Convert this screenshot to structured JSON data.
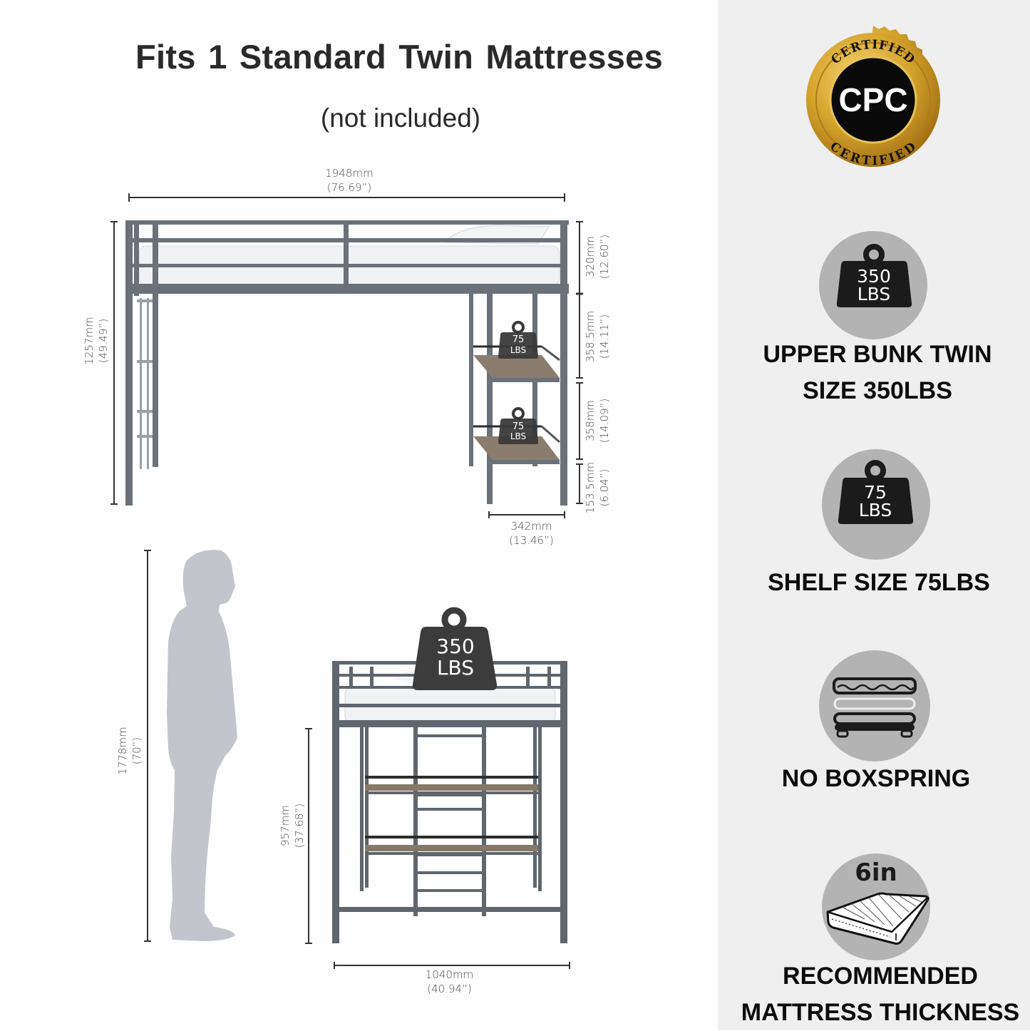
{
  "header": {
    "title": "Fits 1 Standard Twin  Mattresses",
    "subtitle": "(not included)"
  },
  "side_view": {
    "width": {
      "mm": "1948mm",
      "in": "(76.69”)"
    },
    "height": {
      "mm": "1257mm",
      "in": "(49.49”)"
    },
    "guardrail": {
      "mm": "320mm",
      "in": "(12.60”)"
    },
    "shelf_gap_1": {
      "mm": "358.5mm",
      "in": "(14.11”)"
    },
    "shelf_gap_2": {
      "mm": "358mm",
      "in": "(14.09”)"
    },
    "bottom_gap": {
      "mm": "153.5mm",
      "in": "(6.04”)"
    },
    "shelf_depth": {
      "mm": "342mm",
      "in": "(13.46”)"
    },
    "shelf_weight_top": {
      "value": "75",
      "unit": "LBS"
    },
    "shelf_weight_bottom": {
      "value": "75",
      "unit": "LBS"
    }
  },
  "person": {
    "height": {
      "mm": "1778mm",
      "in": "(70”)"
    }
  },
  "front_view": {
    "weight": {
      "value": "350",
      "unit": "LBS"
    },
    "clearance": {
      "mm": "957mm",
      "in": "(37.68”)"
    },
    "width": {
      "mm": "1040mm",
      "in": "(40.94”)"
    }
  },
  "badge": {
    "top_text": "CERTIFIED",
    "center_text": "CPC",
    "bottom_text": "CERTIFIED",
    "gold": "#d4a32a",
    "black": "#0a0a0a"
  },
  "features": [
    {
      "icon": "weight-icon",
      "icon_value": "350",
      "icon_unit": "LBS",
      "line1": "UPPER BUNK TWIN",
      "line2": "SIZE 350LBS"
    },
    {
      "icon": "weight-icon",
      "icon_value": "75",
      "icon_unit": "LBS",
      "line1": "SHELF SIZE 75LBS"
    },
    {
      "icon": "no-boxspring-icon",
      "line1": "NO BOXSPRING"
    },
    {
      "icon": "mattress-icon",
      "icon_value": "6in",
      "line1": "RECOMMENDED",
      "line2": "MATTRESS THICKNESS"
    }
  ],
  "colors": {
    "frame": "#6b7178",
    "shelf_wood": "#8a7d70",
    "circle_bg": "#b3b3b3",
    "weight_fill": "#1b1b1b",
    "silhouette": "#c2c6cc"
  }
}
